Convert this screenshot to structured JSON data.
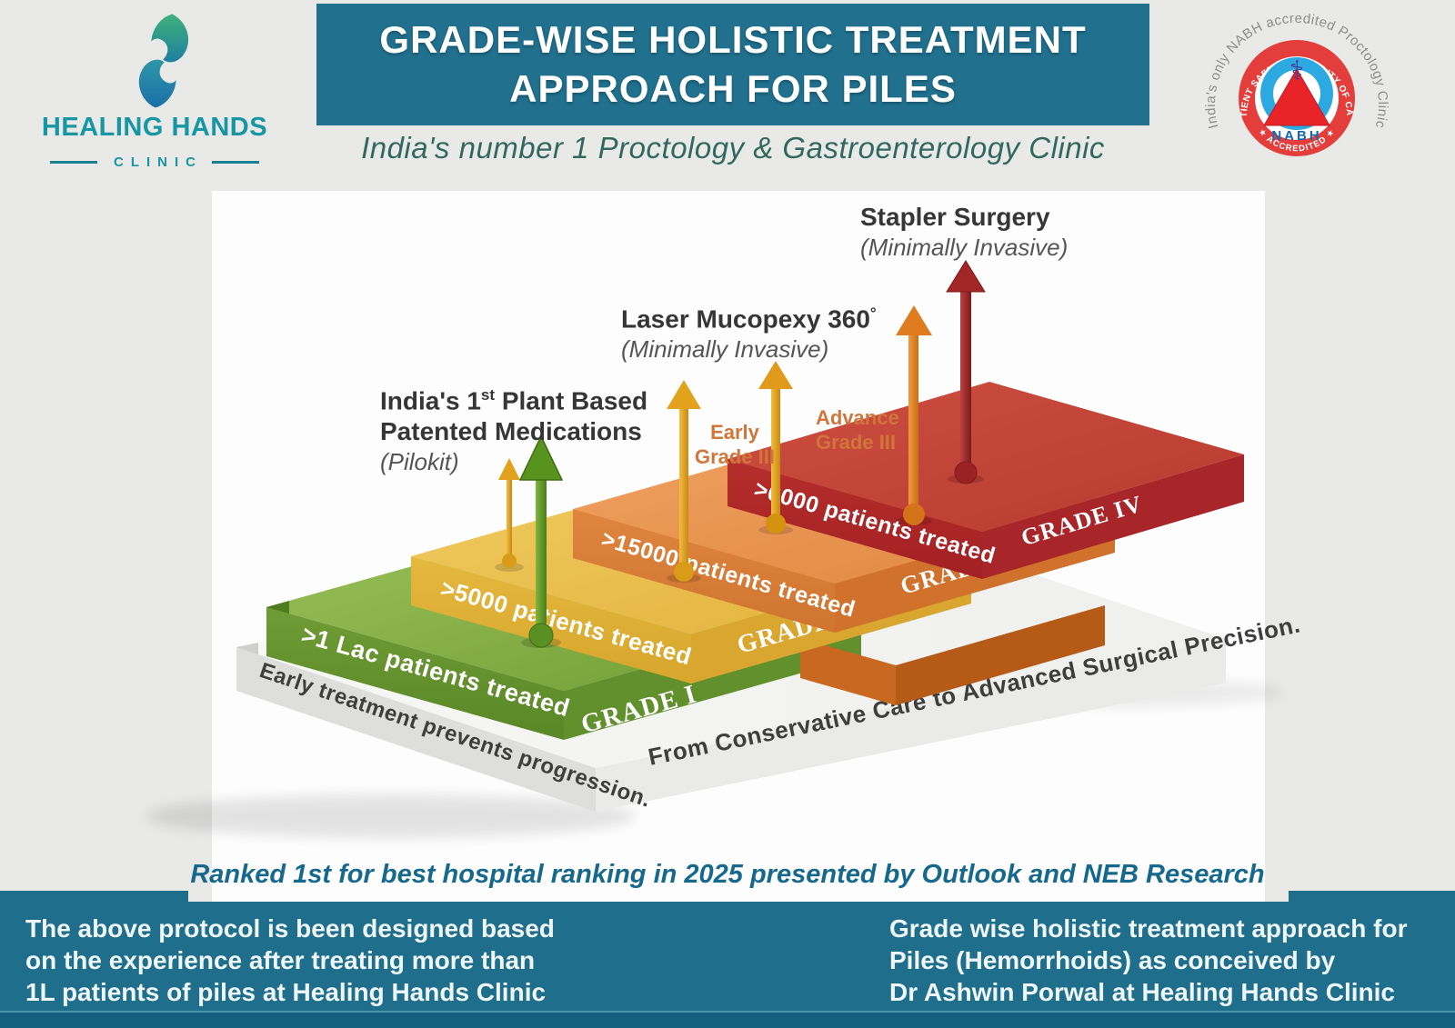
{
  "colors": {
    "banner_bg": "#20708E",
    "footer_bg": "#1F6E8B",
    "footer_strip": "#14607E",
    "logo_teal": "#1697A3",
    "grade1_green": "#6F9C35",
    "grade2_yellow": "#E2B23B",
    "grade3_orange": "#DD803C",
    "grade4_red": "#B02B2B",
    "orange_label": "#D0763B"
  },
  "header": {
    "logo": {
      "title": "HEALING HANDS",
      "subtitle": "CLINIC"
    },
    "banner": {
      "line1": "GRADE-WISE HOLISTIC TREATMENT",
      "line2": "APPROACH FOR PILES"
    },
    "subtitle": "India's number 1 Proctology & Gastroenterology Clinic",
    "badge": {
      "outer_text": "India's only NABH accredited Proctology Clinic",
      "ring_top": "PATIENT SAFETY & QUALITY OF CARE",
      "ring_bottom": "★ ACCREDITED ★",
      "name": "NABH",
      "caduceus": "⚕"
    }
  },
  "diagram": {
    "base": {
      "left_text": "Early treatment prevents progression.",
      "right_text": "From Conservative Care to Advanced Surgical Precision."
    },
    "steps": [
      {
        "grade": "GRADE I",
        "patients": ">1 Lac patients treated"
      },
      {
        "grade": "GRADE II",
        "patients": ">5000  patients treated"
      },
      {
        "grade": "GRADE III",
        "patients": ">15000  patients treated"
      },
      {
        "grade": "GRADE IV",
        "patients": ">6000 patients treated"
      }
    ],
    "treatments": {
      "pilokit": {
        "line1_pre": "India's 1",
        "line1_sup": "st",
        "line1_post": " Plant Based",
        "line2": "Patented Medications",
        "line3": "(Pilokit)"
      },
      "laser": {
        "title_pre": "Laser Mucopexy 360",
        "title_sup": "°",
        "subtitle": "(Minimally Invasive)"
      },
      "stapler": {
        "title": "Stapler Surgery",
        "subtitle": "(Minimally Invasive)"
      },
      "early_grade": {
        "line1": "Early",
        "line2": "Grade III"
      },
      "advance_grade": {
        "line1": "Advance",
        "line2": "Grade III"
      }
    }
  },
  "ranking_note": "Ranked 1st for best hospital ranking in 2025 presented by Outlook and NEB Research",
  "footer": {
    "left_lines": [
      "The above protocol is been designed based",
      "on the experience after treating more than",
      "1L patients of piles at Healing Hands Clinic"
    ],
    "right_lines": [
      "Grade wise holistic treatment approach for",
      "Piles (Hemorrhoids) as conceived by",
      "Dr Ashwin Porwal at Healing Hands Clinic"
    ]
  }
}
